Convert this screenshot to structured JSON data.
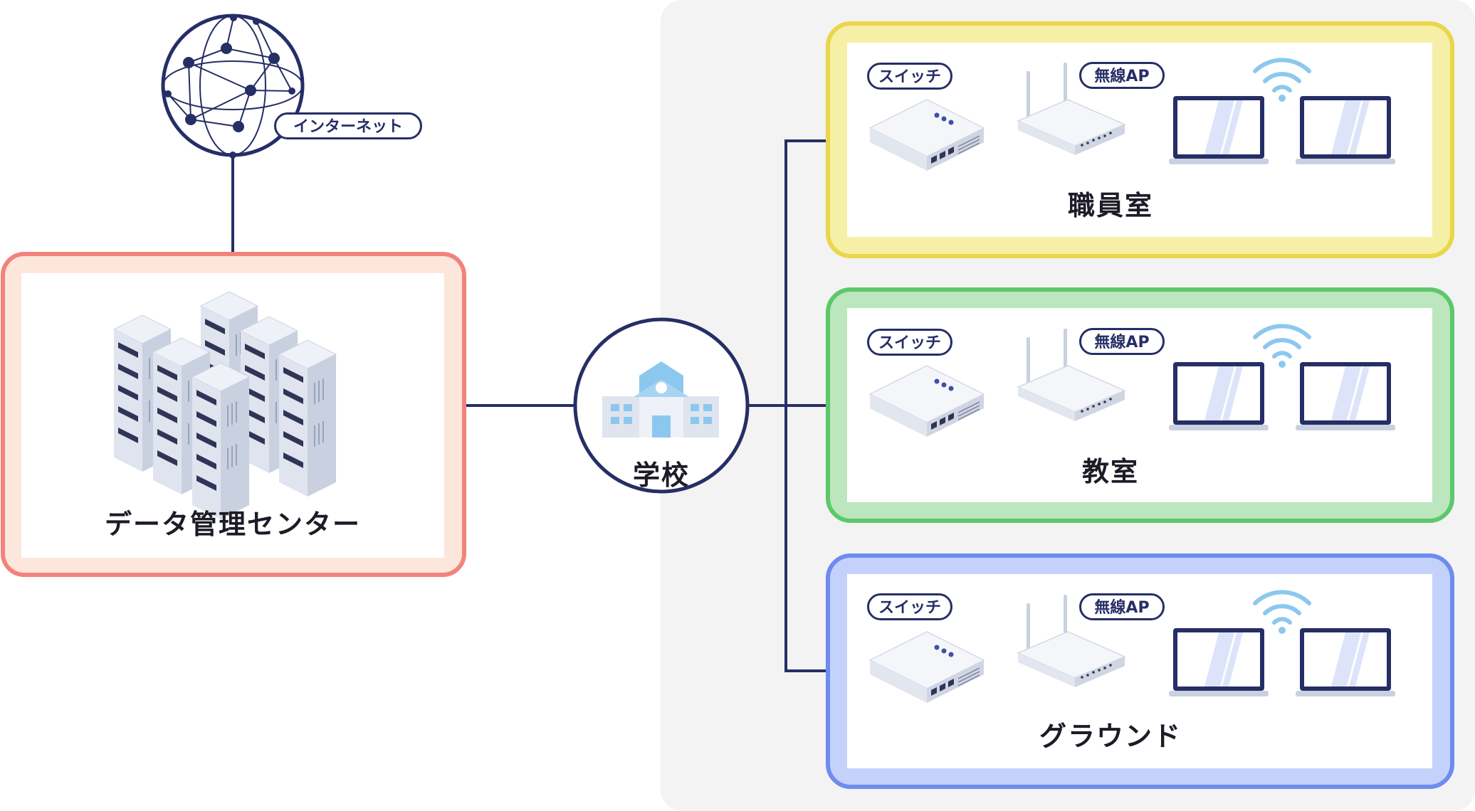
{
  "internet": {
    "label": "インターネット"
  },
  "datacenter": {
    "label": "データ管理センター"
  },
  "school": {
    "label": "学校"
  },
  "device_labels": {
    "switch": "スイッチ",
    "wireless_ap": "無線AP"
  },
  "rooms": [
    {
      "name": "職員室",
      "border_color": "#ead64a",
      "fill_color": "#f6efa6"
    },
    {
      "name": "教室",
      "border_color": "#5cc86a",
      "fill_color": "#bce6be"
    },
    {
      "name": "グラウンド",
      "border_color": "#6e8bf0",
      "fill_color": "#c4d2fb"
    }
  ],
  "colors": {
    "line": "#262e66",
    "datacenter_border": "#f2837c",
    "datacenter_fill": "#fde6dc",
    "school_area": "#f3f3f3",
    "wifi": "#8cc8ee"
  }
}
